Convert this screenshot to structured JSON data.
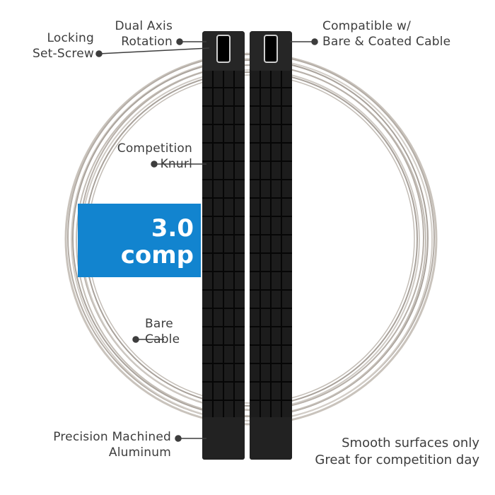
{
  "badge": {
    "line1": "3.0",
    "line2": "comp",
    "color": "#1284cf"
  },
  "callouts": {
    "dual_axis_l1": "Dual Axis",
    "dual_axis_l2": "Rotation",
    "locking_l1": "Locking",
    "locking_l2": "Set-Screw",
    "compatible_l1": "Compatible w/",
    "compatible_l2": "Bare & Coated Cable",
    "competition_l1": "Competition",
    "competition_l2": "Knurl",
    "bare_l1": "Bare",
    "bare_l2": "Cable",
    "precision_l1": "Precision Machined",
    "precision_l2": "Aluminum"
  },
  "notes": {
    "line1": "Smooth surfaces only",
    "line2": "Great for competition day"
  },
  "colors": {
    "handle": "#1c1c1c",
    "cable": "#b9b2aa",
    "leader": "#3d3d3d"
  }
}
